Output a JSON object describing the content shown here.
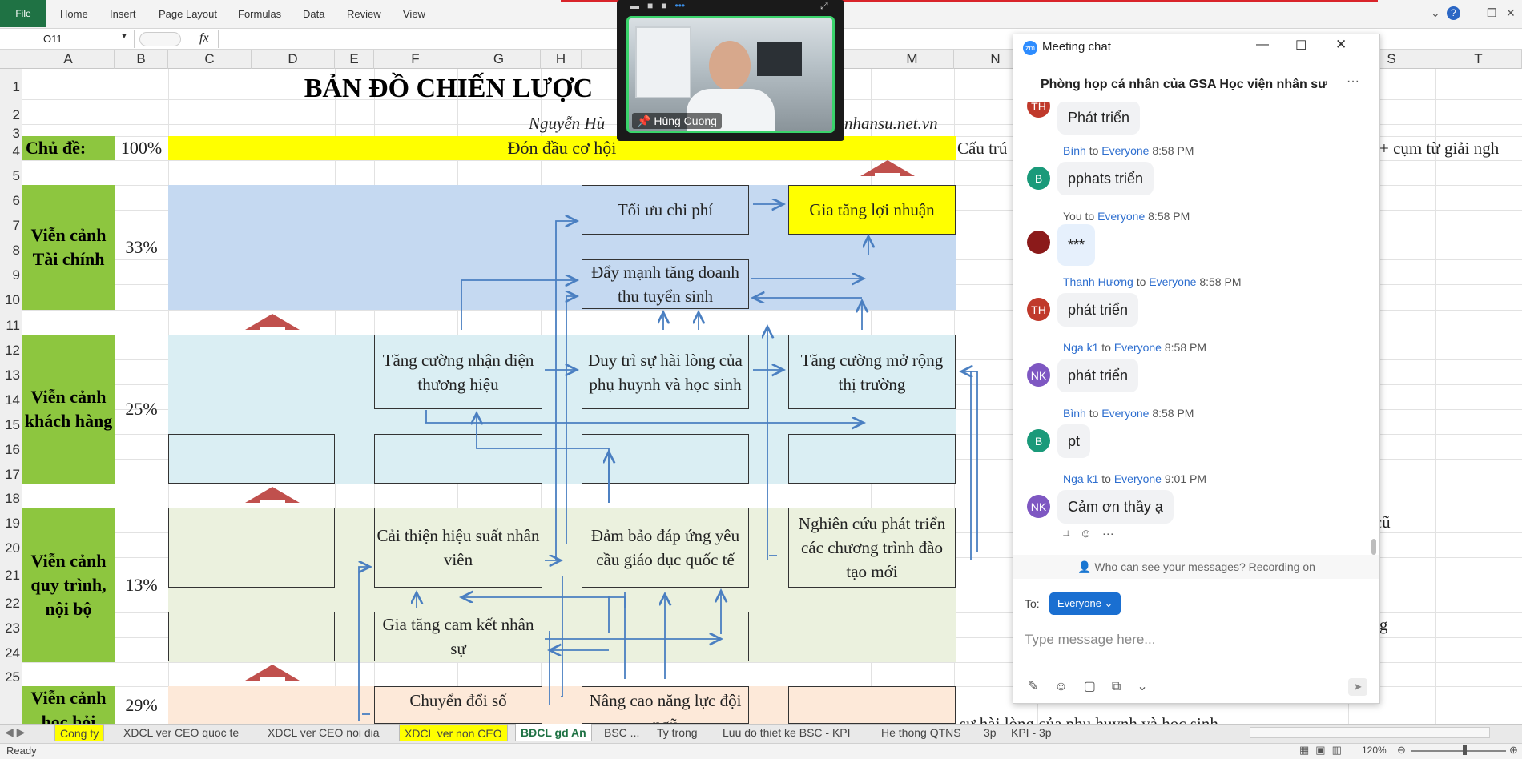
{
  "ribbon": {
    "file": "File",
    "tabs": [
      "Home",
      "Insert",
      "Page Layout",
      "Formulas",
      "Data",
      "Review",
      "View"
    ]
  },
  "formula": {
    "namebox": "O11",
    "fx": "fx"
  },
  "columns": [
    "A",
    "B",
    "C",
    "D",
    "E",
    "F",
    "G",
    "H",
    "",
    "",
    "",
    "M",
    "N",
    "",
    "",
    "",
    "",
    "S",
    "T"
  ],
  "rows": [
    "1",
    "2",
    "3",
    "4",
    "5",
    "6",
    "7",
    "8",
    "9",
    "10",
    "11",
    "12",
    "13",
    "14",
    "15",
    "16",
    "17",
    "18",
    "19",
    "20",
    "21",
    "22",
    "23",
    "24",
    "25"
  ],
  "sheet": {
    "title": "BẢN ĐỒ CHIẾN LƯỢC",
    "author": "Nguyễn Hù",
    "website": "nhansu.net.vn",
    "topic_label": "Chủ đề:",
    "topic_pct": "100%",
    "topic_text": "Đón đầu cơ hội",
    "n3_text": "Cấu trú",
    "s3_text": "+ cụm từ giải ngh",
    "s19_text": "g cũ",
    "s22_text": "ưng",
    "row26_text": "sự hài lòng của phụ huynh và học sinh",
    "perspectives": [
      {
        "label": "Viễn cảnh Tài chính",
        "pct": "33%"
      },
      {
        "label": "Viễn cảnh khách hàng",
        "pct": "25%"
      },
      {
        "label": "Viễn cảnh quy trình, nội bộ",
        "pct": "13%"
      },
      {
        "label": "Viễn cảnh học hỏi",
        "pct": "29%"
      }
    ],
    "boxes": {
      "b1": "Tối ưu chi phí",
      "b2": "Gia tăng lợi nhuận",
      "b3": "Đẩy mạnh tăng doanh thu tuyển sinh",
      "b4": "Tăng cường nhận diện thương hiệu",
      "b5": "Duy trì sự hài lòng của phụ huynh và học sinh",
      "b6": "Tăng cường mở rộng thị trường",
      "b7": "Cải thiện hiệu suất nhân viên",
      "b8": "Đảm bảo đáp ứng yêu cầu giáo dục quốc tế",
      "b9": "Nghiên cứu phát triển các chương trình đào tạo mới",
      "b10": "Gia tăng cam kết nhân sự",
      "b11": "Chuyển đổi số",
      "b12": "Nâng cao năng lực đội ngũ"
    },
    "colors": {
      "finance": "#c5d9f1",
      "customer": "#daeef3",
      "process": "#ebf1de",
      "learning": "#fde9d9",
      "green": "#8dc63f",
      "yellow": "#ffff00",
      "arrow": "#4a7fc1",
      "uparrow": "#c0504d"
    }
  },
  "video": {
    "name": "Hùng Cuong"
  },
  "chat": {
    "title": "Meeting chat",
    "room": "Phòng họp cá nhân của GSA Học viện nhân sư",
    "messages": [
      {
        "initials": "TH",
        "color": "#c0392b",
        "from": "",
        "to": "",
        "time": "",
        "text": "Phát triển"
      },
      {
        "initials": "B",
        "color": "#1a9a7a",
        "from": "Bình",
        "to": "Everyone",
        "time": "8:58 PM",
        "text": "pphats triển"
      },
      {
        "initials": "",
        "color": "#8b1a1a",
        "from": "You",
        "to": "Everyone",
        "time": "8:58 PM",
        "text": "***"
      },
      {
        "initials": "TH",
        "color": "#c0392b",
        "from": "Thanh Hương",
        "to": "Everyone",
        "time": "8:58 PM",
        "text": "phát triển"
      },
      {
        "initials": "NK",
        "color": "#7e57c2",
        "from": "Nga k1",
        "to": "Everyone",
        "time": "8:58 PM",
        "text": "phát triển"
      },
      {
        "initials": "B",
        "color": "#1a9a7a",
        "from": "Bình",
        "to": "Everyone",
        "time": "8:58 PM",
        "text": "pt"
      },
      {
        "initials": "NK",
        "color": "#7e57c2",
        "from": "Nga k1",
        "to": "Everyone",
        "time": "9:01 PM",
        "text": "Cảm ơn thầy ạ"
      }
    ],
    "to_word": "to",
    "notice": "Who can see your messages? Recording on",
    "to_label": "To:",
    "recipient": "Everyone",
    "placeholder": "Type message here..."
  },
  "tabs": [
    "Cong ty",
    "XDCL ver CEO quoc te",
    "XDCL ver CEO noi dia",
    "XDCL ver non CEO",
    "BĐCL gd An",
    "BSC ...",
    "Ty trong",
    "Luu do thiet ke BSC - KPI",
    "He thong QTNS",
    "3p",
    "KPI - 3p"
  ],
  "status": {
    "ready": "Ready",
    "zoom": "120%"
  }
}
